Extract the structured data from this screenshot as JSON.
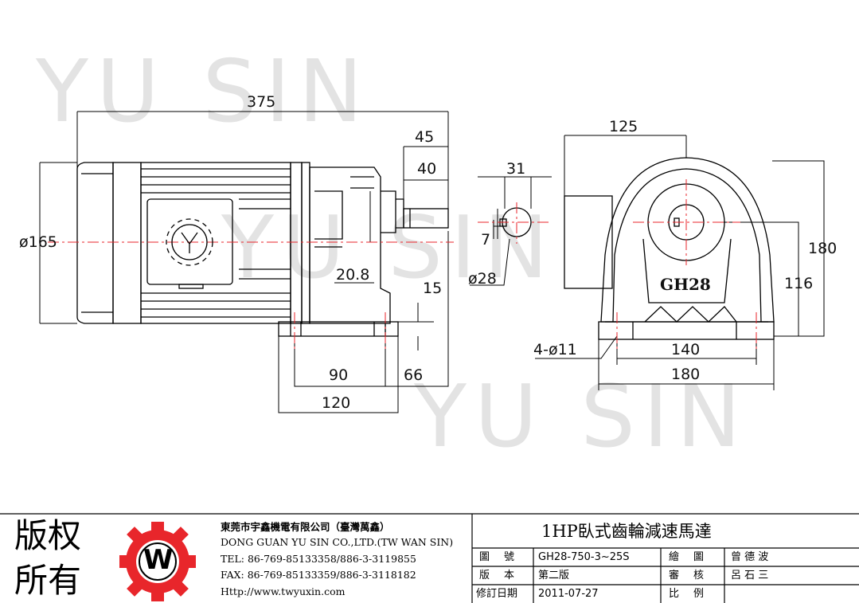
{
  "watermark": {
    "text_1": "YU SIN",
    "text_2": "YU SIN",
    "text_3": "YU SIN"
  },
  "dimensions": {
    "overall_length": "375",
    "shaft_45": "45",
    "shaft_40": "40",
    "shaft_dia_31": "31",
    "motor_dia": "ø165",
    "key_7": "7",
    "shaft_ø28": "ø28",
    "shaft_height_20_8": "20.8",
    "base_15": "15",
    "base_90": "90",
    "base_66": "66",
    "base_120": "120",
    "width_125": "125",
    "height_180": "180",
    "height_116": "116",
    "holes": "4-ø11",
    "hole_pitch_140": "140",
    "base_width_180": "180"
  },
  "gearbox_label": "GH28",
  "colors": {
    "centerline": "#e8262b",
    "logo_red": "#e8262b",
    "watermark": "#e3e3e3"
  },
  "title_block": {
    "copyright_1": "版权",
    "copyright_2": "所有",
    "logo_letter": "W",
    "logo_icon": "gear-logo-icon",
    "company_cn": "東莞市宇鑫機電有限公司（臺灣萬鑫）",
    "company_en": "DONG GUAN YU SIN CO.,LTD.(TW WAN SIN)",
    "tel": "TEL: 86-769-85133358/886-3-3119855",
    "fax": "FAX: 86-769-85133359/886-3-3118182",
    "http": "Http://www.twyuxin.com",
    "drawing_title": "1HP臥式齒輪減速馬達",
    "drawing_no_label": "圖號",
    "drawing_no": "GH28-750-3~25S",
    "drawn_label": "繪圖",
    "drawn_by": "曾 德 波",
    "version_label": "版本",
    "version": "第二版",
    "review_label": "審核",
    "reviewer": "呂 石 三",
    "revision_date_label": "修訂日期",
    "revision_date": "2011-07-27",
    "scale_label": "比例",
    "scale": ""
  }
}
